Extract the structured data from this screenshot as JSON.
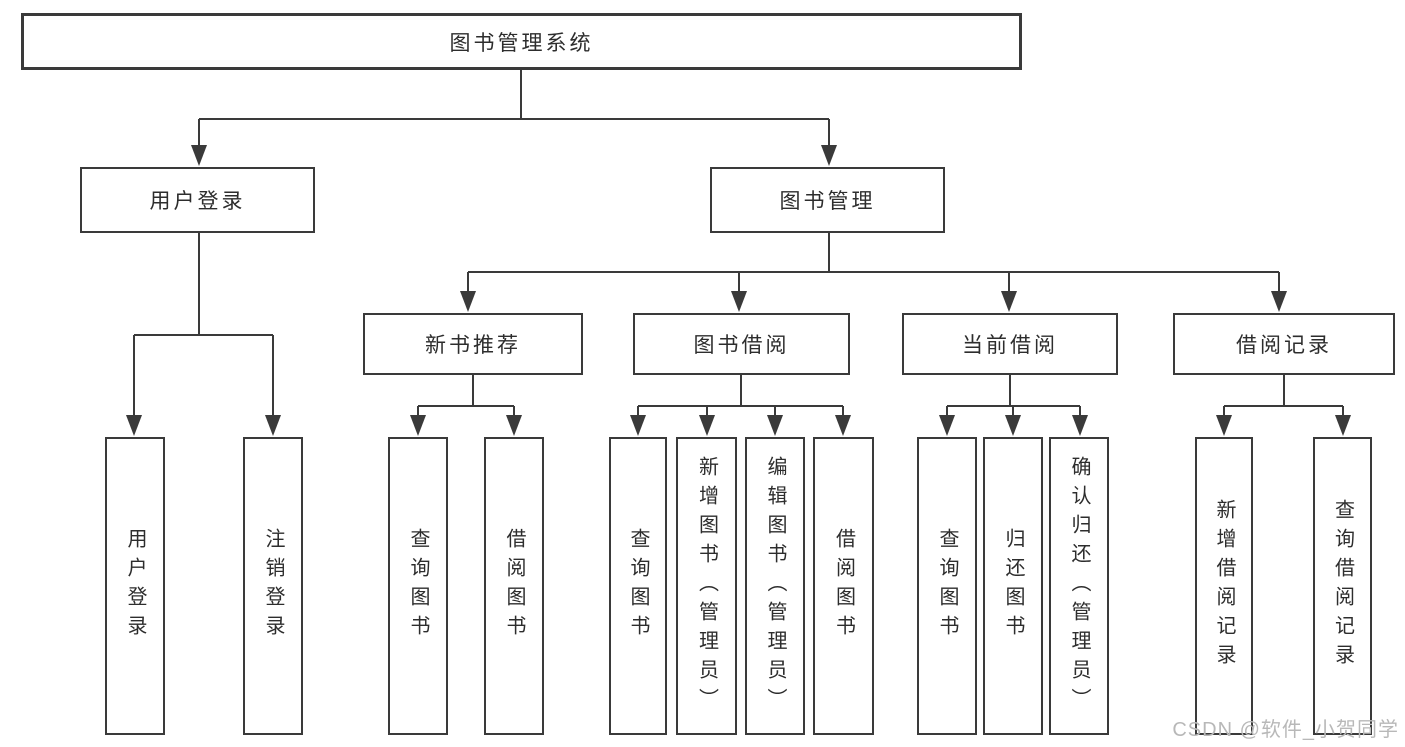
{
  "colors": {
    "line": "#3a3a3a",
    "text": "#2d2d2d",
    "background": "#ffffff",
    "watermark_text": "#b8b8b8"
  },
  "watermark": {
    "text": "CSDN @软件_小贺同学"
  },
  "tree": {
    "label": "图书管理系统",
    "children": [
      {
        "label": "用户登录",
        "children": [
          {
            "label": "用户登录"
          },
          {
            "label": "注销登录"
          }
        ]
      },
      {
        "label": "图书管理",
        "children": [
          {
            "label": "新书推荐",
            "children": [
              {
                "label": "查询图书"
              },
              {
                "label": "借阅图书"
              }
            ]
          },
          {
            "label": "图书借阅",
            "children": [
              {
                "label": "查询图书"
              },
              {
                "label": "新增图书（管理员）"
              },
              {
                "label": "编辑图书（管理员）"
              },
              {
                "label": "借阅图书"
              }
            ]
          },
          {
            "label": "当前借阅",
            "children": [
              {
                "label": "查询图书"
              },
              {
                "label": "归还图书"
              },
              {
                "label": "确认归还（管理员）"
              }
            ]
          },
          {
            "label": "借阅记录",
            "children": [
              {
                "label": "新增借阅记录"
              },
              {
                "label": "查询借阅记录"
              }
            ]
          }
        ]
      }
    ]
  }
}
